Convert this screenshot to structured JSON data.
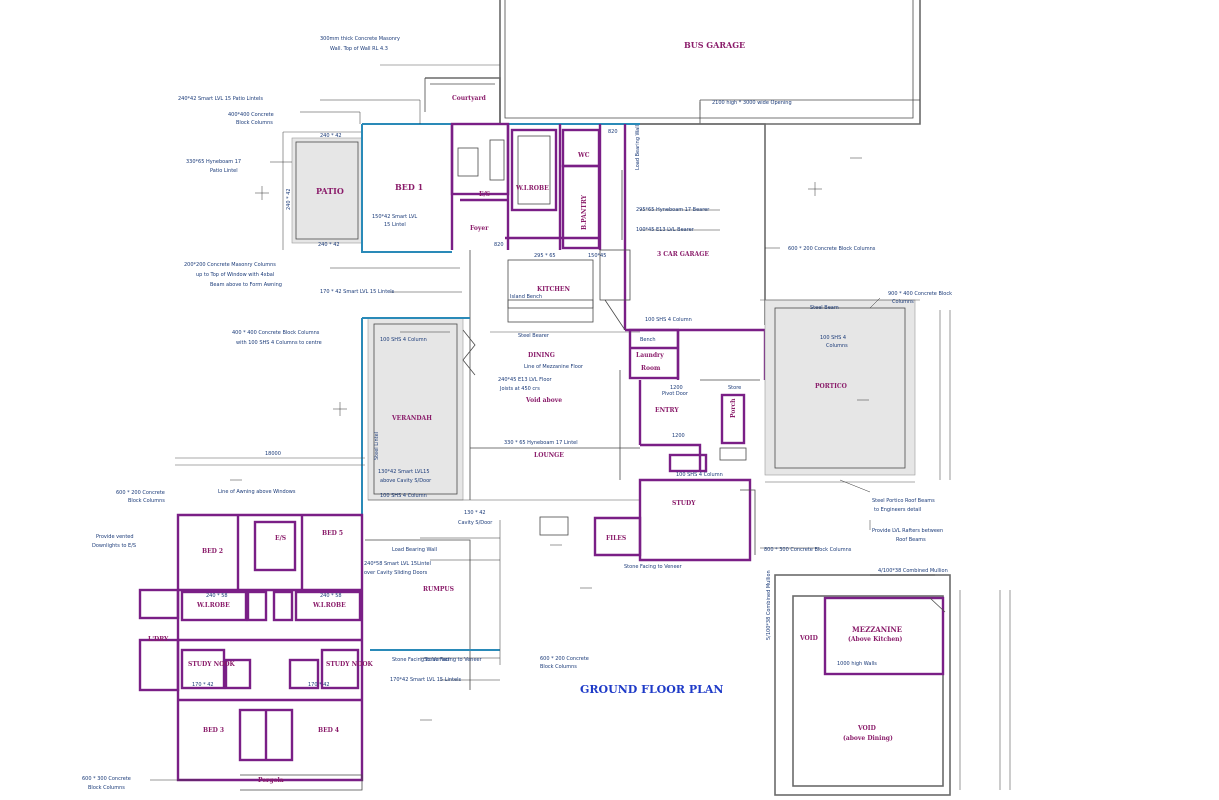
{
  "title": "GROUND FLOOR PLAN",
  "rooms": {
    "bus_garage": "BUS GARAGE",
    "courtyard": "Courtyard",
    "patio": "PATIO",
    "bed1": "BED 1",
    "wir_top": "W.I.ROBE",
    "wc_top": "WC",
    "butler_pantry": "B.PANTRY",
    "foyer": "Foyer",
    "es_top": "E/S",
    "car_garage": "3 CAR GARAGE",
    "kitchen": "KITCHEN",
    "dining": "DINING",
    "void_above": "Void above",
    "laundry": "Laundry",
    "laundry_room": "Room",
    "entry": "ENTRY",
    "portico": "PORTICO",
    "verandah": "VERANDAH",
    "lounge": "LOUNGE",
    "study": "STUDY",
    "rumpus": "RUMPUS",
    "bed2": "BED 2",
    "bed3": "BED 3",
    "bed4": "BED 4",
    "bed5": "BED 5",
    "es_bottom": "E/S",
    "wir_l": "W.I.ROBE",
    "wir_r": "W.I.ROBE",
    "study_nook_l": "STUDY NOOK",
    "study_nook_r": "STUDY NOOK",
    "ldry": "L'DRY",
    "pergola": "Pergola",
    "mezzanine": "MEZZANINE",
    "mezzanine_sub": "(Above Kitchen)",
    "void": "VOID",
    "void_lower": "VOID",
    "void_lower_sub": "(above Dining)",
    "files": "FILES",
    "porch": "Porch"
  },
  "notes": {
    "n1": "300mm thick Concrete Masonry",
    "n1b": "Wall. Top of Wall RL 4.3",
    "n2": "240*42 Smart LVL 15 Patio Lintels",
    "n3": "400*400 Concrete",
    "n3b": "Block Columns",
    "n4": "330*65 Hyneboam 17",
    "n4b": "Patio Lintel",
    "n5": "2100 high * 3000 wide Opening",
    "n6": "295*65 Hyneboam 17 Bearer",
    "n7": "100*45 E13 LVL Bearer",
    "n8": "600 * 200 Concrete Block Columns",
    "n9": "200*200 Concrete Masonry Columns",
    "n9b": "up to Top of Window with 4xbal",
    "n9c": "Beam above to Form Awning",
    "n10": "170 * 42 Smart LVL 15 Lintels",
    "n11": "900 * 400 Concrete Block",
    "n11b": "Columns",
    "n12": "400 * 400 Concrete Block Columns",
    "n12b": "with 100 SHS 4 Columns to centre",
    "n13": "100 SHS 4 Column",
    "n14": "Line of Mezzanine Floor",
    "n15": "240*45 E13 LVL Floor",
    "n15b": "Joists at 450 crs",
    "n16": "330 * 65 Hyneboam 17 Lintel",
    "n17": "130*42 Smart LVL15",
    "n17b": "above Cavity S/Door",
    "n18": "100 SHS 4 Column",
    "n19": "600 * 200 Concrete",
    "n19b": "Block Columns",
    "n20": "Line of Awning above Windows",
    "n21": "Provide vented",
    "n21b": "Downlights to E/S",
    "n22": "Load Bearing Wall",
    "n23": "240*58 Smart LVL 15Lintel",
    "n23b": "over Cavity Sliding Doors",
    "n24": "Stone Facing to Veneer",
    "n25": "600 * 200 Concrete",
    "n25b": "Block Columns",
    "n26": "170*42 Smart LVL 15 Lintels",
    "n27": "Steel Portico Roof Beams",
    "n27b": "to Engineers detail",
    "n28": "Provide LVL Rafters between",
    "n28b": "Roof Beams",
    "n29": "800 * 300 Concrete Block Columns",
    "n30": "4/100*38 Combined Mullion",
    "n31": "5/100*38 Combined Mullion",
    "n32": "1000 high Walls",
    "n33": "600 * 300 Concrete",
    "n33b": "Block Columns",
    "n34": "Steel Bearer",
    "n35": "Island Bench",
    "n36": "Pivot Door",
    "n37": "Stone Facing to Veneer",
    "n38": "Cavity S/Door",
    "n39": "Steel Lintel",
    "n40": "Steel Beam",
    "n41": "100 SHS 4 Column",
    "n42": "100 SHS 4 Column",
    "n43": "100 SHS 4",
    "n43b": "Columns",
    "n44": "Load Bearing Wall",
    "n45": "Bench",
    "n46": "Store",
    "n47": "Stone Facing to Veneer"
  },
  "dims": {
    "d1": "240 * 42",
    "d2": "240 * 42",
    "d3": "240 * 42",
    "d4": "150*42 Smart LVL",
    "d4b": "15 Lintel",
    "d5": "130 * 42",
    "d6": "1200",
    "d7": "1200",
    "d8": "295 * 65",
    "d9": "150*45",
    "d10": "240 * 58",
    "d11": "240 * 58",
    "d12": "170 * 42",
    "d13": "170 * 42",
    "d14": "820",
    "d15": "820",
    "d16": "18000"
  },
  "colors": {
    "purple_wall": "#7a1f86",
    "blue_wall": "#2a8ab8",
    "label": "#8a1c6a",
    "note": "#1a3a78",
    "title": "#1f3bc8"
  }
}
